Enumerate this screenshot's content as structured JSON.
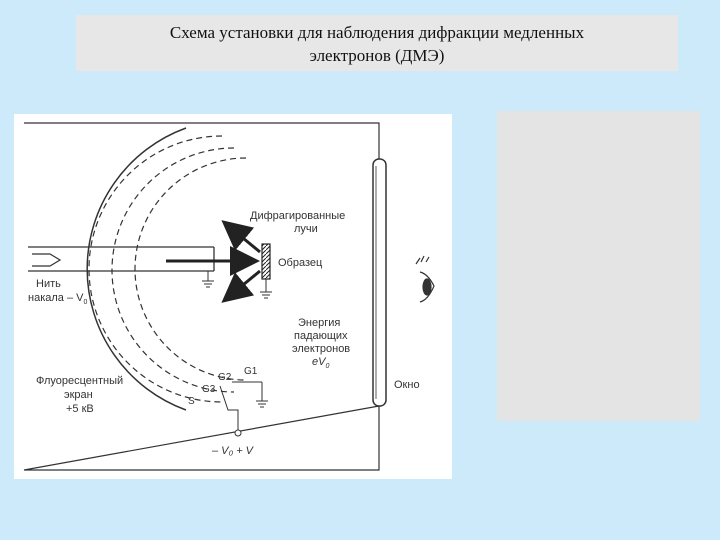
{
  "slide": {
    "title_line1": "Схема установки для  наблюдения дифракции медленных",
    "title_line2": "электронов (ДМЭ)"
  },
  "diagram": {
    "labels": {
      "diffracted_1": "Дифрагированные",
      "diffracted_2": "лучи",
      "sample": "Образец",
      "filament_1": "Нить",
      "filament_2": "накала – V",
      "filament_sub": "0",
      "energy_1": "Энергия",
      "energy_2": "падающих",
      "energy_3": "электронов",
      "energy_4": "eV",
      "energy_sub": "0",
      "screen_1": "Флуоресцентный",
      "screen_2": "экран",
      "screen_3": "+5 кВ",
      "g1": "G1",
      "g2": "G2",
      "g3": "G3",
      "s": "S",
      "bias": "– V₀ + V",
      "window": "Окно"
    },
    "colors": {
      "stroke": "#333333",
      "background": "#ffffff"
    }
  }
}
